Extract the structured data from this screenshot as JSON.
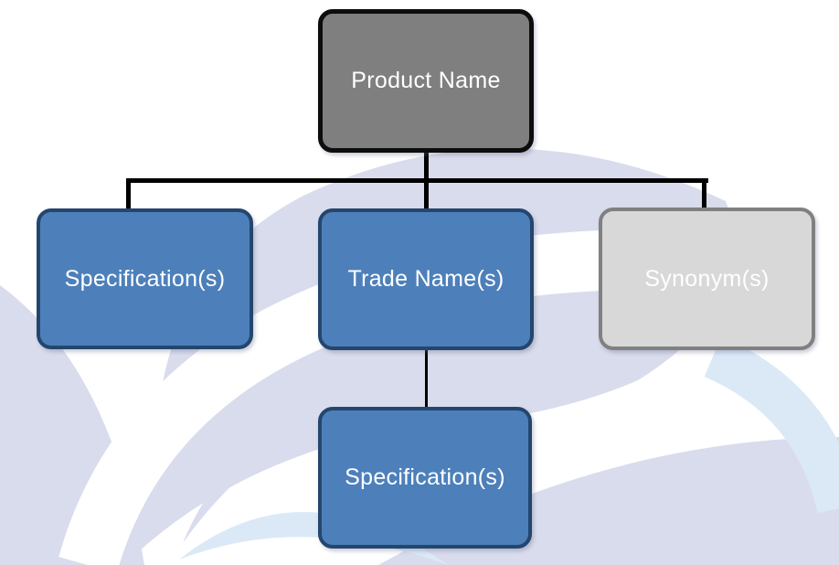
{
  "diagram": {
    "type": "hierarchy",
    "nodes": [
      {
        "id": "product-name",
        "label": "Product Name",
        "style": "gray"
      },
      {
        "id": "specifications-left",
        "label": "Specification(s)",
        "style": "blue"
      },
      {
        "id": "trade-names",
        "label": "Trade Name(s)",
        "style": "blue"
      },
      {
        "id": "synonyms",
        "label": "Synonym(s)",
        "style": "light-gray"
      },
      {
        "id": "specifications-under-trade",
        "label": "Specification(s)",
        "style": "blue"
      }
    ],
    "edges": [
      {
        "from": "product-name",
        "to": "specifications-left"
      },
      {
        "from": "product-name",
        "to": "trade-names"
      },
      {
        "from": "product-name",
        "to": "synonyms"
      },
      {
        "from": "trade-names",
        "to": "specifications-under-trade"
      }
    ],
    "colors": {
      "node-blue": "#4d80ba",
      "node-blue-border": "#24466e",
      "node-gray": "#7f7f7f",
      "node-gray-border": "#0d0d0d",
      "node-light": "#d8d8d8",
      "node-light-border": "#808080",
      "node-text": "#ffffff",
      "connector": "#000000",
      "watermark-lavender": "#d9dcec",
      "watermark-blue": "#dbe9f7",
      "background": "#ffffff"
    }
  }
}
